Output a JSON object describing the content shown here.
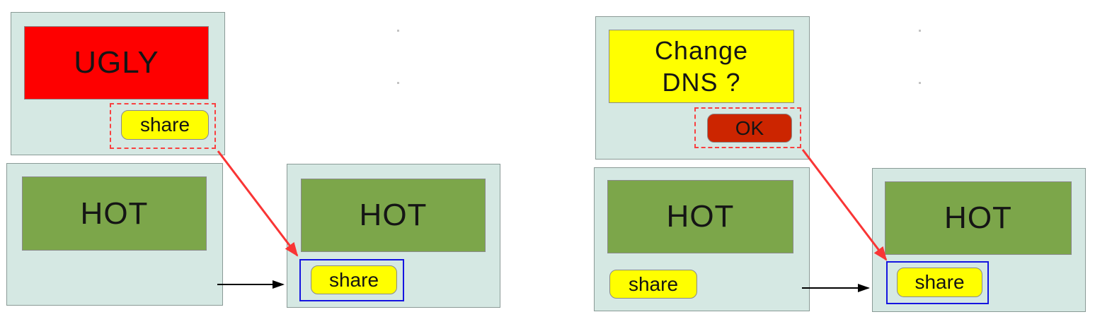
{
  "diagram": {
    "left": {
      "popup": {
        "title": "UGLY",
        "share_label": "share"
      },
      "source": {
        "title": "HOT"
      },
      "target": {
        "title": "HOT",
        "share_label": "share"
      }
    },
    "right": {
      "popup": {
        "title": "Change\nDNS ?",
        "ok_label": "OK"
      },
      "source": {
        "title": "HOT",
        "share_label": "share"
      },
      "target": {
        "title": "HOT",
        "share_label": "share"
      }
    },
    "colors": {
      "panel_background": "#d5e8e3",
      "panel_border": "#8a9a96",
      "ugly_banner_red": "#fe0000",
      "hot_banner_green": "#7ca64a",
      "button_yellow": "#ffff00",
      "ok_button_red": "#cc2500",
      "highlight_dashed_red": "#f94040",
      "highlight_solid_blue": "#1515e0",
      "arrow_red": "#f93535",
      "arrow_black": "#000000"
    }
  }
}
